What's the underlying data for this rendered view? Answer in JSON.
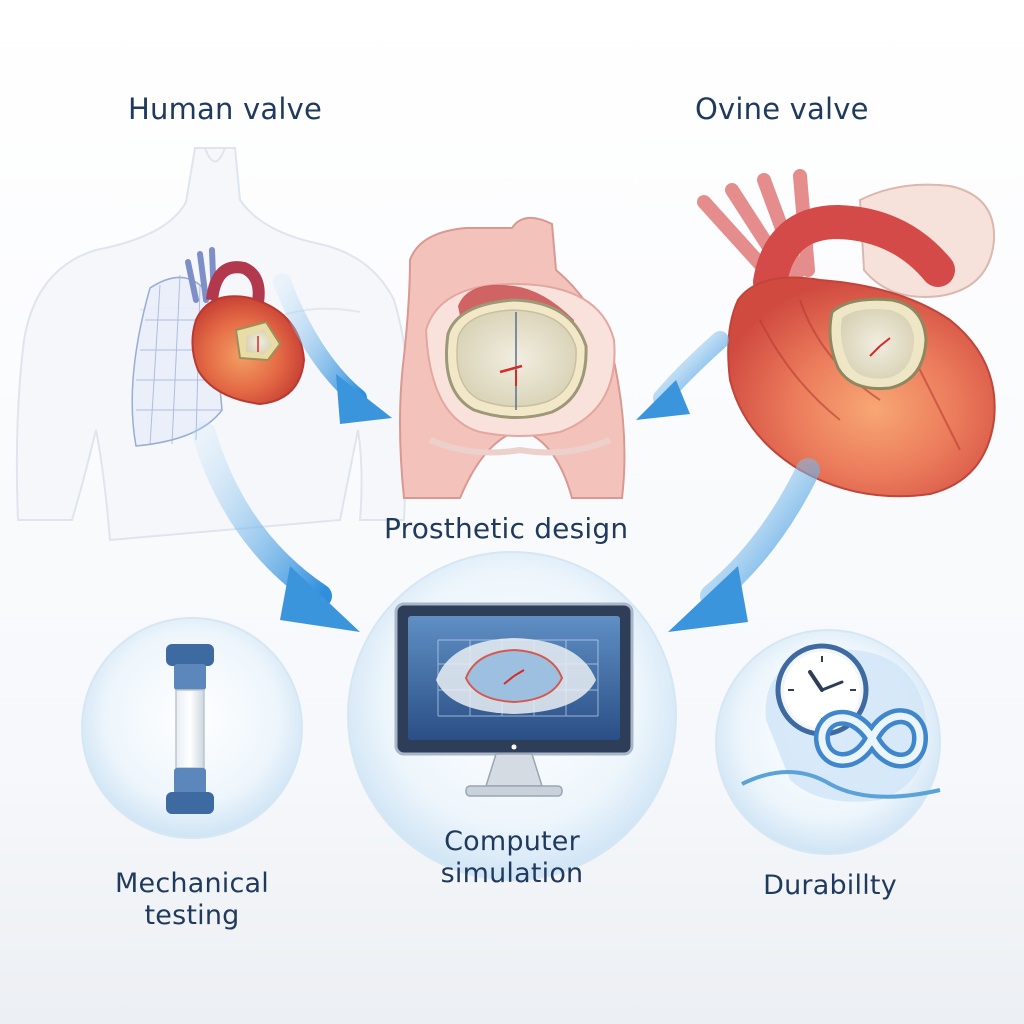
{
  "labels": {
    "human_valve": "Human valve",
    "ovine_valve": "Ovine valve",
    "prosthetic_design": "Prosthetic design",
    "mechanical_testing": [
      "Mechanical",
      "testing"
    ],
    "computer_simulation": [
      "Computer",
      "simulation"
    ],
    "durability": "Durabillty"
  },
  "icons": [
    "human-torso-illustration",
    "human-heart-icon",
    "prosthetic-valve-illustration",
    "ovine-heart-icon",
    "arrow-icon",
    "test-cylinder-icon",
    "computer-monitor-icon",
    "clock-icon",
    "infinity-icon"
  ],
  "colors": {
    "text": "#1f3a5c",
    "arrow": "#3b95dd",
    "heart_red": "#d8463a",
    "heart_orange": "#e97a4a",
    "tissue_pink": "#f2b8b0",
    "valve_ring": "#e9dca4",
    "circle_fill": "#e4f1fb",
    "monitor_frame": "#2f3e58"
  }
}
